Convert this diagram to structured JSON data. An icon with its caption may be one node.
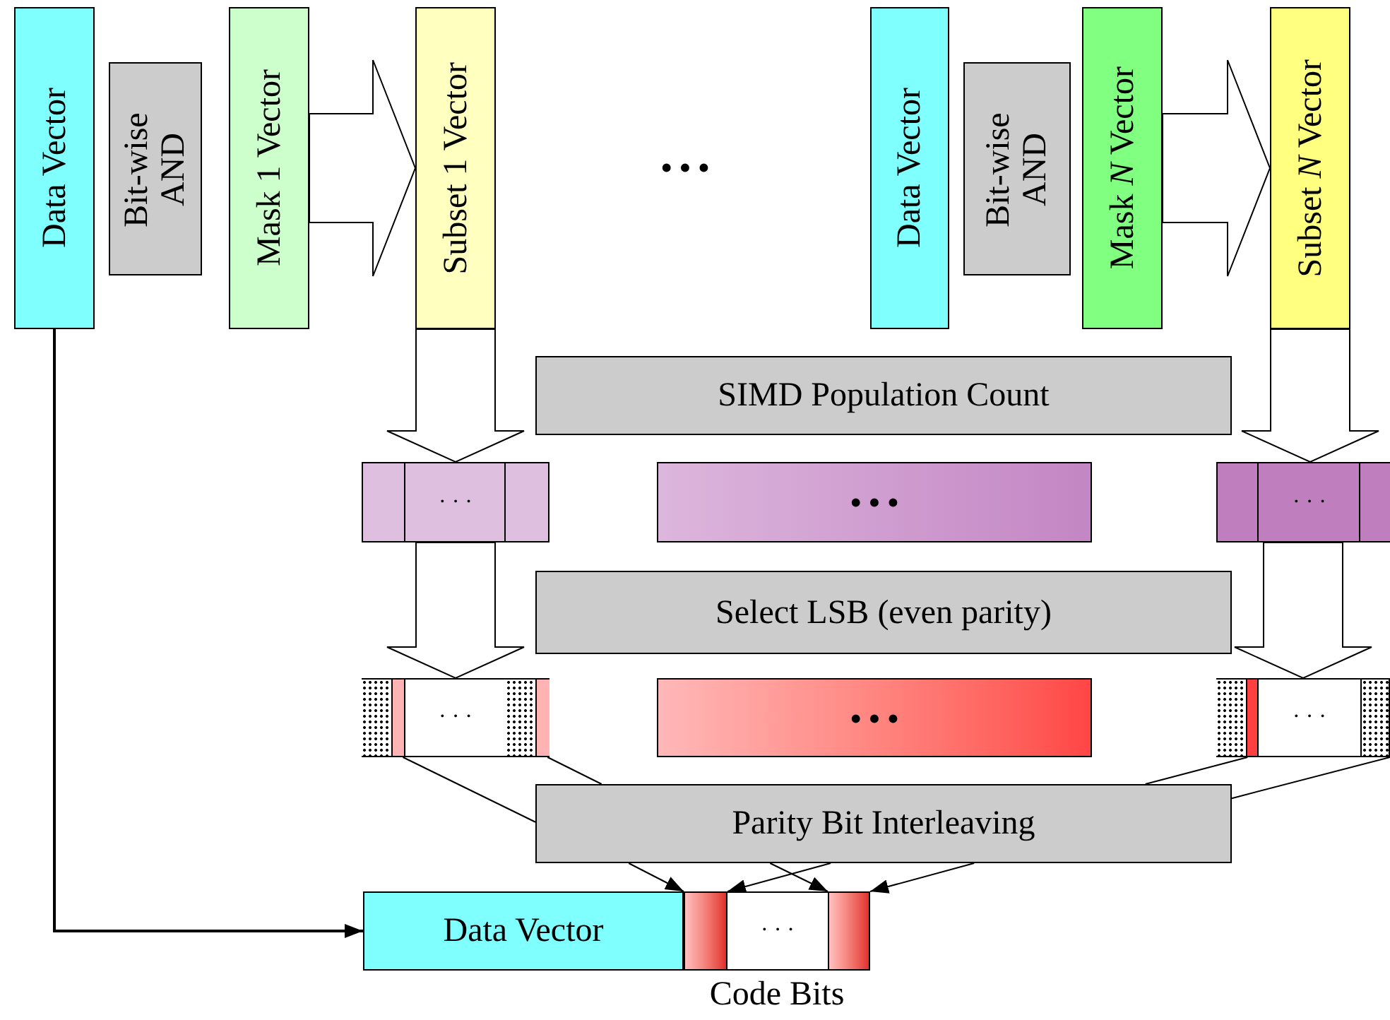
{
  "diagram": {
    "nodes": [
      {
        "text": [
          "Data Vector"
        ]
      },
      {
        "text": [
          "Bit-wise AND"
        ]
      },
      {
        "text": [
          "Mask 1 Vector"
        ]
      },
      {
        "text": [
          "Subset 1 Vector"
        ]
      },
      {
        "text": [
          "Data Vector"
        ]
      },
      {
        "text": [
          "Bit-wise AND"
        ]
      },
      {
        "text": [
          "Mask *N* Vector"
        ]
      },
      {
        "text": [
          "Subset *N* Vector"
        ]
      },
      {
        "text": [
          "SIMD Population Count"
        ]
      },
      {
        "text": [
          "· · ·"
        ]
      },
      {
        "text": [
          "• • •"
        ]
      },
      {
        "text": [
          "· · ·"
        ]
      },
      {
        "text": [
          "Select LSB (even parity)"
        ]
      },
      {
        "text": [
          "· · ·"
        ]
      },
      {
        "text": [
          "• • •"
        ]
      },
      {
        "text": [
          "· · ·"
        ]
      },
      {
        "text": [
          "Parity Bit Interleaving"
        ]
      },
      {
        "text": [
          "Data Vector"
        ]
      },
      {
        "text": [],
        "shape": "bar"
      },
      {
        "text": [
          "· · ·"
        ]
      },
      {
        "text": [],
        "shape": "bar"
      }
    ],
    "edges": [
      {
        "from": 0,
        "to": 17,
        "arrow": "to"
      },
      {
        "from": 2,
        "to": 3,
        "arrow": "to",
        "style": "thick"
      },
      {
        "from": 6,
        "to": 7,
        "arrow": "to",
        "style": "thick"
      },
      {
        "from": 3,
        "to": 9,
        "arrow": "to",
        "style": "thick"
      },
      {
        "from": 7,
        "to": 11,
        "arrow": "to",
        "style": "thick"
      },
      {
        "from": 9,
        "to": 13,
        "arrow": "to",
        "style": "thick"
      },
      {
        "from": 11,
        "to": 15,
        "arrow": "to",
        "style": "thick"
      },
      {
        "from": 13,
        "to": 16,
        "arrow": "none"
      },
      {
        "from": 13,
        "to": 16,
        "arrow": "none"
      },
      {
        "from": 15,
        "to": 16,
        "arrow": "none"
      },
      {
        "from": 15,
        "to": 16,
        "arrow": "none"
      },
      {
        "from": 16,
        "to": 18,
        "arrow": "to"
      },
      {
        "from": 16,
        "to": 18,
        "arrow": "to"
      },
      {
        "from": 16,
        "to": 20,
        "arrow": "to"
      },
      {
        "from": 16,
        "to": 20,
        "arrow": "to"
      }
    ],
    "labels": [
      "• • •",
      "Code Bits"
    ]
  }
}
